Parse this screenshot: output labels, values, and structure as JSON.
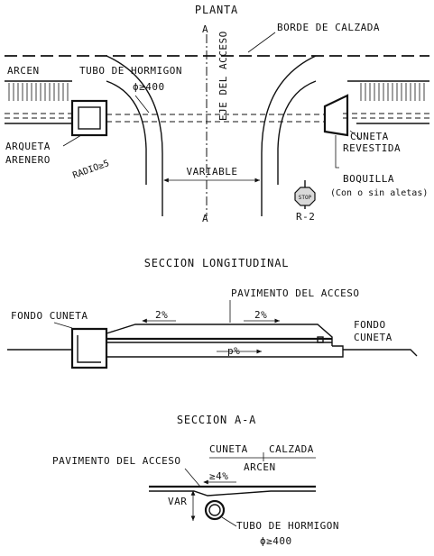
{
  "planta": {
    "title": "PLANTA",
    "section_mark_top": "A",
    "section_mark_bottom": "A",
    "borde_calzada": "BORDE DE CALZADA",
    "arcen": "ARCEN",
    "tubo": "TUBO DE HORMIGON",
    "tubo_diam": "ϕ≥400",
    "eje": "EJE DEL ACCESO",
    "arqueta": "ARQUETA",
    "arenero": "ARENERO",
    "radio": "RADIO≥5",
    "variable": "VARIABLE",
    "cuneta": "CUNETA",
    "revestida": "REVESTIDA",
    "boquilla": "BOQUILLA",
    "aletas": "(Con o sin aletas)",
    "stop": "STOP",
    "sign": "R-2"
  },
  "longitudinal": {
    "title": "SECCION LONGITUDINAL",
    "pavimento": "PAVIMENTO DEL ACCESO",
    "fondo_left": "FONDO CUNETA",
    "fondo_right_1": "FONDO",
    "fondo_right_2": "CUNETA",
    "slope_1": "2%",
    "slope_2": "2%",
    "slope_p": "p%"
  },
  "seccion_aa": {
    "title": "SECCION A-A",
    "cuneta": "CUNETA",
    "calzada": "CALZADA",
    "arcen": "ARCEN",
    "pavimento": "PAVIMENTO DEL ACCESO",
    "slope": "≥4%",
    "var": "VAR",
    "tubo": "TUBO DE HORMIGON",
    "tubo_diam": "ϕ≥400"
  }
}
